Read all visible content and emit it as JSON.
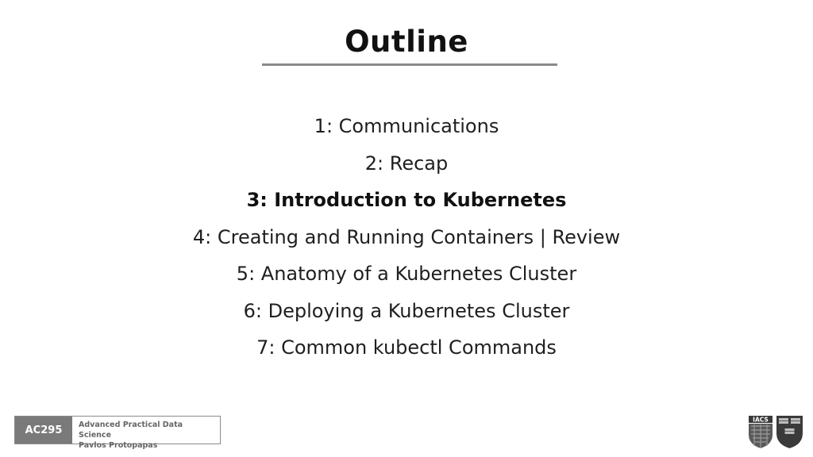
{
  "slide": {
    "title": "Outline",
    "items": [
      {
        "label": "1: Communications",
        "active": false
      },
      {
        "label": "2: Recap",
        "active": false
      },
      {
        "label": "3: Introduction to Kubernetes",
        "active": true
      },
      {
        "label": "4: Creating and Running Containers | Review",
        "active": false
      },
      {
        "label": "5: Anatomy of a Kubernetes Cluster",
        "active": false
      },
      {
        "label": "6: Deploying a Kubernetes Cluster",
        "active": false
      },
      {
        "label": "7: Common kubectl Commands",
        "active": false
      }
    ]
  },
  "footer": {
    "course_code": "AC295",
    "course_name": "Advanced Practical Data Science",
    "instructor": "Pavlos Protopapas",
    "logo_text": "IACS"
  },
  "colors": {
    "rule": "#8a8a8a",
    "badge": "#7a7a7a"
  }
}
